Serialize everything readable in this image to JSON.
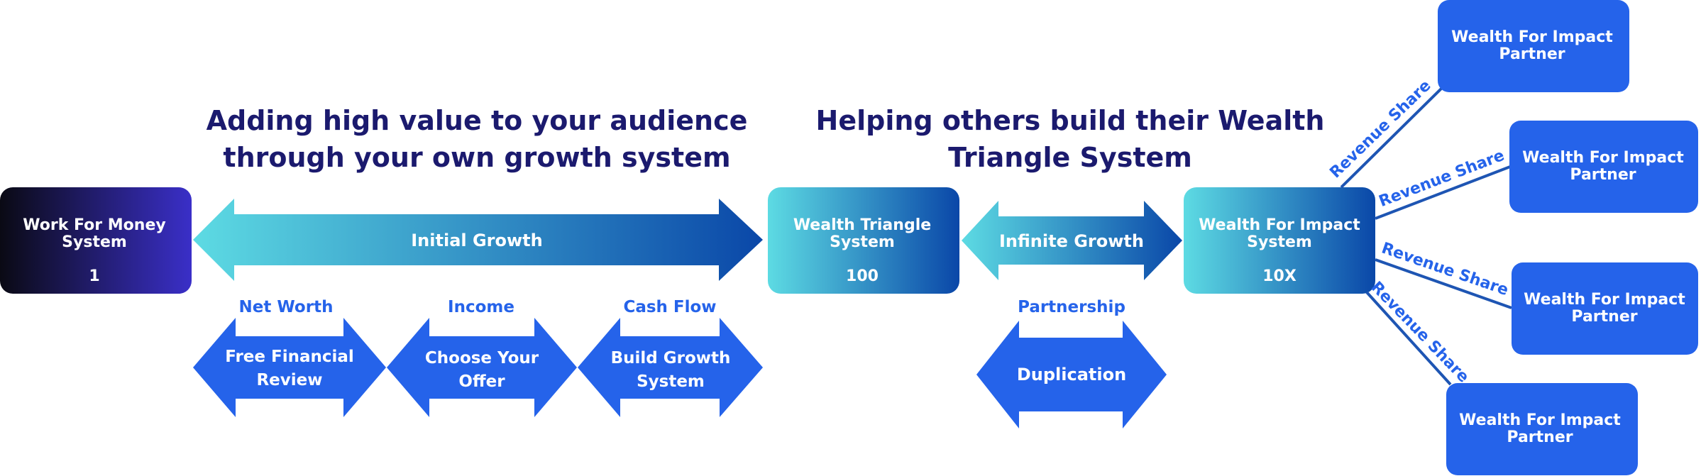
{
  "headings": {
    "left": [
      "Adding high value to your audience",
      "through your own growth system"
    ],
    "right": [
      "Helping others build their Wealth",
      "Triangle System"
    ]
  },
  "boxes": {
    "work_for_money": {
      "lines": [
        "Work For Money",
        "System"
      ],
      "value": "1"
    },
    "wealth_triangle": {
      "lines": [
        "Wealth Triangle",
        "System"
      ],
      "value": "100"
    },
    "wealth_for_impact": {
      "lines": [
        "Wealth For Impact",
        "System"
      ],
      "value": "10X"
    }
  },
  "arrows": {
    "initial_growth": "Initial Growth",
    "infinite_growth": "Infinite Growth"
  },
  "steps": [
    {
      "caption": "Net Worth",
      "lines": [
        "Free Financial",
        "Review"
      ]
    },
    {
      "caption": "Income",
      "lines": [
        "Choose Your",
        "Offer"
      ]
    },
    {
      "caption": "Cash Flow",
      "lines": [
        "Build Growth",
        "System"
      ]
    }
  ],
  "duplication": {
    "caption": "Partnership",
    "label": "Duplication"
  },
  "partners": [
    {
      "lines": [
        "Wealth For Impact",
        "Partner"
      ]
    },
    {
      "lines": [
        "Wealth For Impact",
        "Partner"
      ]
    },
    {
      "lines": [
        "Wealth For Impact",
        "Partner"
      ]
    },
    {
      "lines": [
        "Wealth For Impact",
        "Partner"
      ]
    }
  ],
  "connector_label": "Revenue Share",
  "colors": {
    "heading": "#1b1a6e",
    "blue": "#2563ea",
    "cyan": "#5ddbe3",
    "navy": "#0a47a8",
    "black": "#0a0a14",
    "purple": "#3a2fc8",
    "line": "#1e55b3"
  }
}
